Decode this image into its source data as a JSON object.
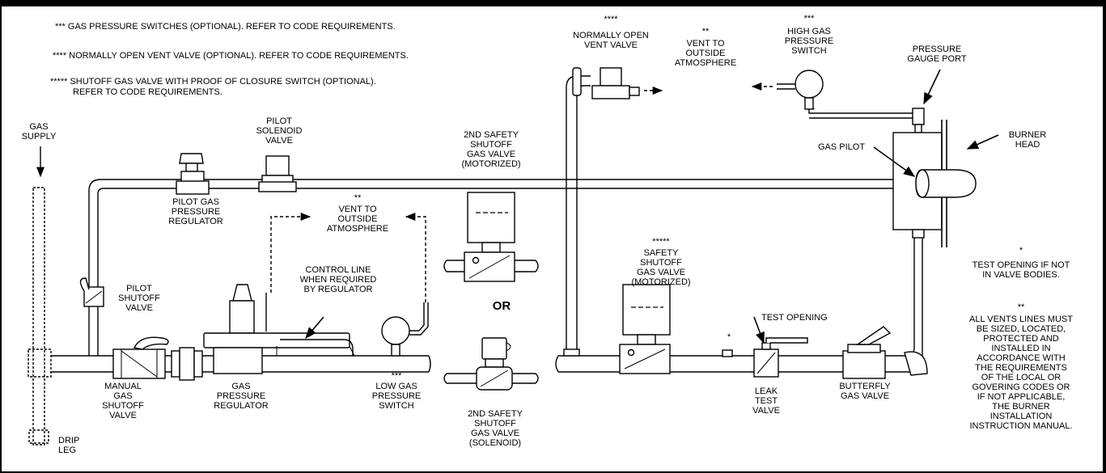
{
  "notes": {
    "pressure_switches": "*** GAS PRESSURE SWITCHES (OPTIONAL). REFER TO CODE REQUIREMENTS.",
    "vent_valve": "**** NORMALLY OPEN VENT VALVE (OPTIONAL). REFER TO CODE REQUIREMENTS.",
    "shutoff_line1": "***** SHUTOFF GAS VALVE WITH PROOF OF CLOSURE SWITCH (OPTIONAL).",
    "shutoff_line2": "REFER TO CODE REQUIREMENTS."
  },
  "labels": {
    "gas_supply": [
      "GAS",
      "SUPPLY"
    ],
    "drip_leg": [
      "DRIP",
      "LEG"
    ],
    "pilot_solenoid_valve": [
      "PILOT",
      "SOLENOID",
      "VALVE"
    ],
    "pilot_gas_pressure_regulator": [
      "PILOT GAS",
      "PRESSURE",
      "REGULATOR"
    ],
    "pilot_shutoff_valve": [
      "PILOT",
      "SHUTOFF",
      "VALVE"
    ],
    "manual_gas_shutoff_valve": [
      "MANUAL",
      "GAS",
      "SHUTOFF",
      "VALVE"
    ],
    "gas_pressure_regulator": [
      "GAS",
      "PRESSURE",
      "REGULATOR"
    ],
    "vent_left": [
      "**",
      "VENT TO",
      "OUTSIDE",
      "ATMOSPHERE"
    ],
    "control_line": [
      "CONTROL LINE",
      "WHEN REQUIRED",
      "BY REGULATOR"
    ],
    "low_gas_pressure_switch": [
      "***",
      "LOW GAS",
      "PRESSURE",
      "SWITCH"
    ],
    "second_safety_motorized": [
      "2ND SAFETY",
      "SHUTOFF",
      "GAS VALVE",
      "(MOTORIZED)"
    ],
    "or": "OR",
    "second_safety_solenoid": [
      "2ND SAFETY",
      "SHUTOFF",
      "GAS VALVE",
      "(SOLENOID)"
    ],
    "normally_open_vent_valve": [
      "****",
      "NORMALLY OPEN",
      "VENT VALVE"
    ],
    "vent_right": [
      "**",
      "VENT TO",
      "OUTSIDE",
      "ATMOSPHERE"
    ],
    "high_gas_pressure_switch": [
      "***",
      "HIGH GAS",
      "PRESSURE",
      "SWITCH"
    ],
    "pressure_gauge_port": [
      "PRESSURE",
      "GAUGE PORT"
    ],
    "gas_pilot": "GAS PILOT",
    "burner_head": [
      "BURNER",
      "HEAD"
    ],
    "safety_shutoff_motorized": [
      "*****",
      "SAFETY",
      "SHUTOFF",
      "GAS VALVE",
      "(MOTORIZED)"
    ],
    "test_opening": "TEST OPENING",
    "test_opening_star": "*",
    "leak_test_valve": [
      "LEAK",
      "TEST",
      "VALVE"
    ],
    "butterfly_gas_valve": [
      "BUTTERFLY",
      "GAS VALVE"
    ],
    "test_opening_note": [
      "*",
      "TEST OPENING IF NOT",
      "IN VALVE BODIES."
    ],
    "vents_note": [
      "**",
      "ALL VENTS LINES MUST",
      "BE SIZED, LOCATED,",
      "PROTECTED AND",
      "INSTALLED IN",
      "ACCORDANCE WITH",
      "THE REQUIREMENTS",
      "OF THE LOCAL OR",
      "GOVERING CODES OR",
      "IF NOT APPLICABLE,",
      "THE BURNER",
      "INSTALLATION",
      "INSTRUCTION MANUAL."
    ]
  }
}
